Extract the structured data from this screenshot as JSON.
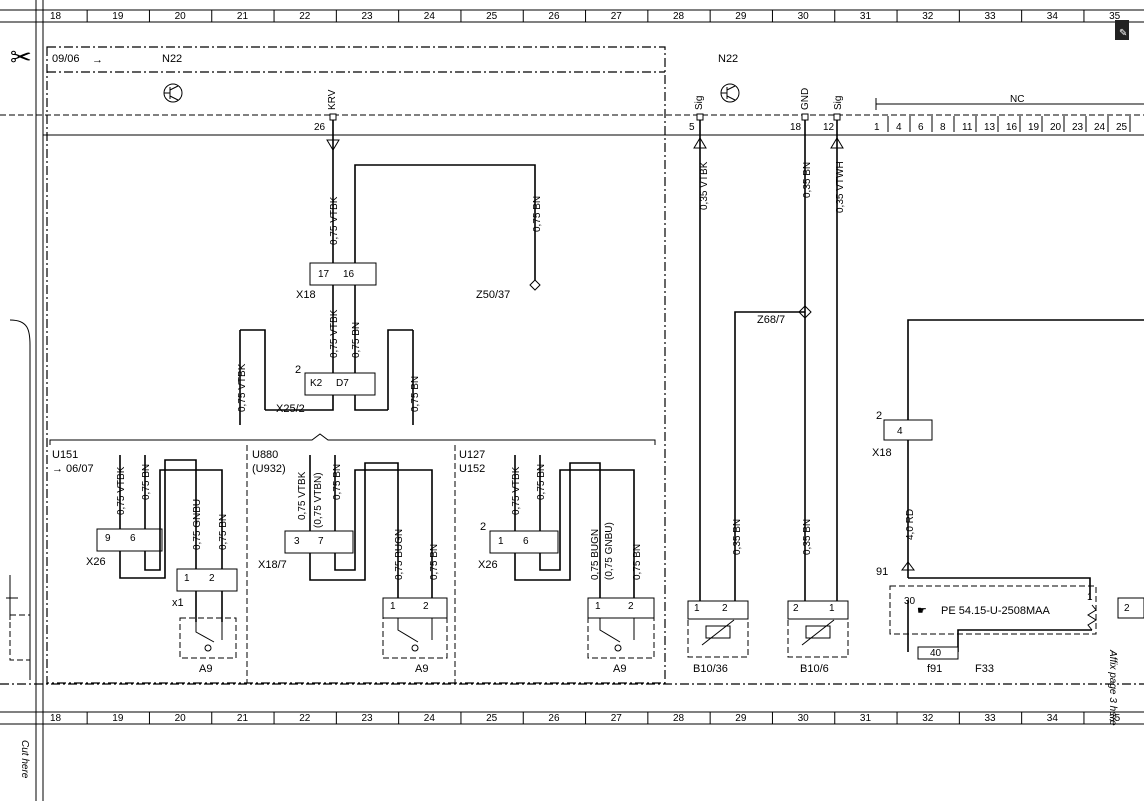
{
  "grid_numbers": [
    "18",
    "19",
    "20",
    "21",
    "22",
    "23",
    "24",
    "25",
    "26",
    "27",
    "28",
    "29",
    "30",
    "31",
    "32",
    "33",
    "34",
    "35"
  ],
  "date_marker": "09/06",
  "side_texts": {
    "cut_here": "Cut here",
    "affix": "Affix page 3 here"
  },
  "modules": {
    "left": "N22",
    "right": "N22"
  },
  "pins_top": {
    "krv": "KRV",
    "krv_pin": "26",
    "sig1": "Sig",
    "sig1_pin": "5",
    "gnd": "GND",
    "gnd_pin": "18",
    "sig2": "Sig",
    "sig2_pin": "12"
  },
  "nc": {
    "label": "NC",
    "pins": [
      "1",
      "4",
      "6",
      "8",
      "11",
      "13",
      "16",
      "19",
      "20",
      "23",
      "24",
      "25"
    ]
  },
  "wires": {
    "vtbk_075": "0,75 VTBK",
    "bn_075": "0,75 BN",
    "gnbu_075": "0,75 GNBU",
    "bugn_075": "0,75 BUGN",
    "vtbn_075_paren": "(0,75 VTBN)",
    "gnbu_075_paren": "(0,75 GNBU)",
    "vtbk_035": "0,35 VTBK",
    "bn_035": "0,35 BN",
    "vtwh_035": "0,35 VTWH",
    "rd_40": "4,0 RD"
  },
  "connectors": {
    "x18": "X18",
    "x18_pin_a": "17",
    "x18_pin_b": "16",
    "z50": "Z50/37",
    "x25": "X25/2",
    "x25_num": "2",
    "x25_pin_a": "K2",
    "x25_pin_b": "D7",
    "z68": "Z68/7",
    "x18b": "X18",
    "x18b_num": "2",
    "x18b_pin": "4",
    "x26_1": "X26",
    "x26_1_pin_a": "9",
    "x26_1_pin_b": "6",
    "x1": "x1",
    "x1_pin_a": "1",
    "x1_pin_b": "2",
    "x187": "X18/7",
    "x187_pin_a": "3",
    "x187_pin_b": "7",
    "x26_2": "X26",
    "x26_2_num": "2",
    "x26_2_pin_a": "1",
    "x26_2_pin_b": "6",
    "sw_pin_a": "1",
    "sw_pin_b": "2",
    "a9": "A9",
    "b1036": "B10/36",
    "b106": "B10/6",
    "b106_pin_a": "2",
    "b106_pin_b": "1",
    "node_91": "91",
    "pin_30": "30",
    "pin_1": "1",
    "pin_2": "2",
    "pe_ref": "PE 54.15-U-2508MAA",
    "fuse_40": "40",
    "f91": "f91",
    "f33": "F33"
  },
  "variants": {
    "u151": "U151",
    "u151_sub": "→ 06/07",
    "u880": "U880",
    "u932": "(U932)",
    "u127": "U127",
    "u152": "U152"
  }
}
